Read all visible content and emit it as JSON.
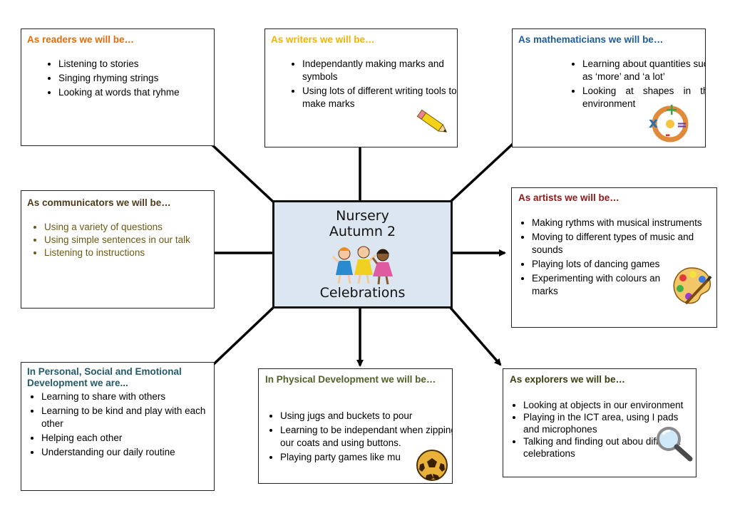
{
  "center": {
    "line1": "Nursery",
    "line2": "Autumn 2",
    "line3": "Celebrations",
    "icon": "children-dancing-icon"
  },
  "boxes": {
    "readers": {
      "title": "As readers we will be…",
      "color": "#e36c0a",
      "items": [
        "Listening to stories",
        "Singing rhyming strings",
        "Looking at words that ryhme"
      ]
    },
    "writers": {
      "title": "As writers we will be…",
      "color": "#f0b400",
      "items": [
        "Independantly making marks and symbols",
        "Using lots of different writing tools to make marks"
      ],
      "icon": "pencil-icon"
    },
    "mathematicians": {
      "title": "As mathematicians we will be…",
      "color": "#1f5c99",
      "items": [
        "Learning about quantities such as ‘more’ and ‘a lot’",
        "Looking at shapes in the environment"
      ],
      "icon": "math-symbols-icon"
    },
    "communicators": {
      "title": "As communicators we will be…",
      "color": "#4d3b1a",
      "items": [
        "Using a variety of questions",
        "Using simple sentences in our talk",
        "Listening to instructions"
      ],
      "text_color": "#6b5a14"
    },
    "artists": {
      "title": "As artists we will be…",
      "color": "#8b1a1a",
      "items": [
        "Making rythms with musical instruments",
        "Moving to different types of music and sounds",
        "Playing lots of dancing games",
        "Experimenting with colours an marks"
      ],
      "icon": "paint-palette-icon"
    },
    "psed": {
      "title": "In Personal, Social and Emotional Development we are...",
      "color": "#245a6b",
      "items": [
        "Learning to share with others",
        "Learning to be kind and play with each other",
        "Helping each other",
        "Understanding our daily routine"
      ]
    },
    "physical": {
      "title": "In Physical Development we will be…",
      "color": "#4f6228",
      "items": [
        "Using jugs and buckets to pour",
        "Learning to be independant when zipping our coats and using buttons.",
        "Playing party games like mu"
      ],
      "icon": "ball-icon"
    },
    "explorers": {
      "title": "As explorers we will be…",
      "color": "#3d3d0f",
      "items": [
        "Looking at objects in our environment",
        "Playing in the ICT area, using I pads and microphones",
        "Talking and finding out abou different celebrations"
      ],
      "icon": "magnifying-glass-icon"
    }
  }
}
